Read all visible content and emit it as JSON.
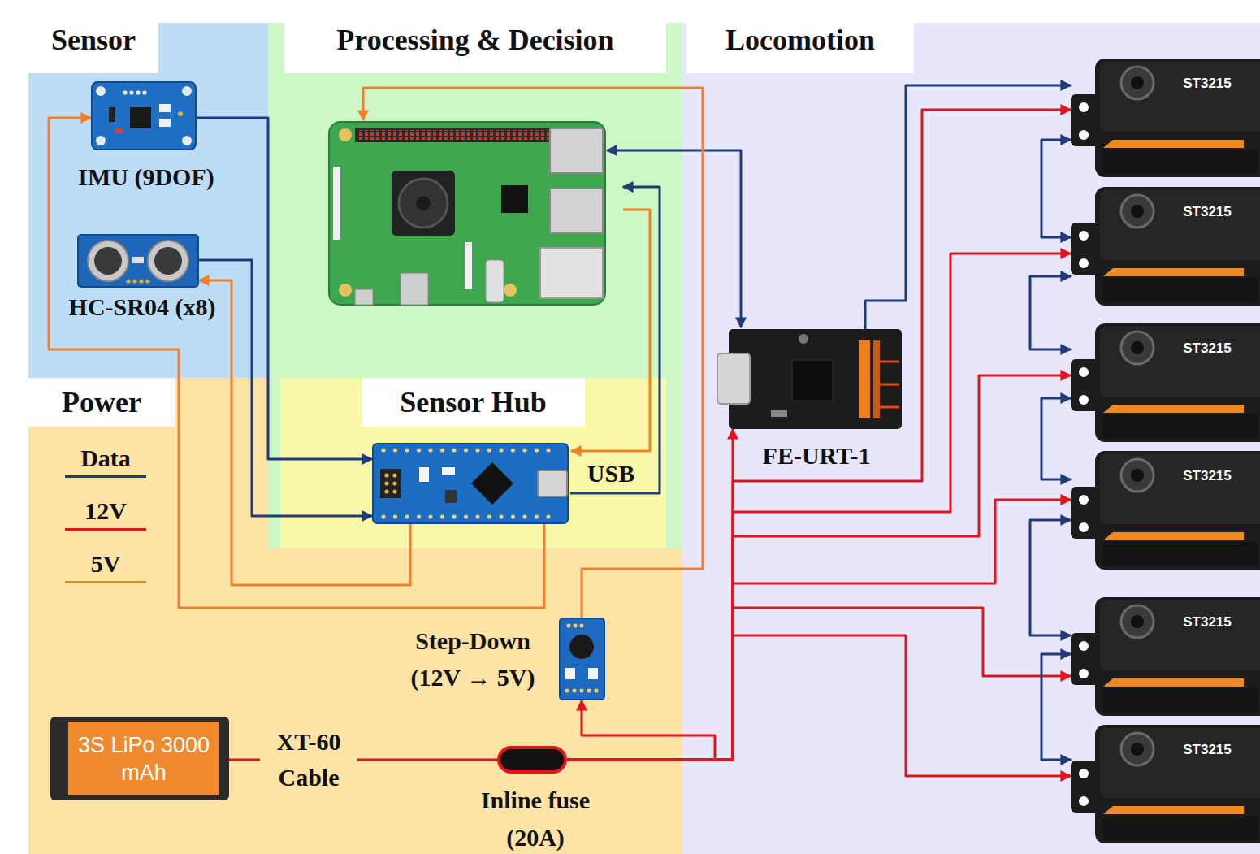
{
  "diagram": {
    "nodes": [
      {
        "text": [
          "Sensor"
        ]
      },
      {
        "text": [
          "IMU (9DOF)"
        ],
        "in": 0
      },
      {
        "text": [
          "HC-SR04 (x8)"
        ],
        "in": 0
      },
      {
        "text": [
          "Processing & Decision"
        ]
      },
      {
        "text": [
          "Locomotion"
        ]
      },
      {
        "text": [
          "FE-URT-1"
        ],
        "in": 4
      },
      {
        "text": [
          "ST3215"
        ],
        "in": 4
      },
      {
        "text": [
          "ST3215"
        ],
        "in": 4
      },
      {
        "text": [
          "ST3215"
        ],
        "in": 4
      },
      {
        "text": [
          "ST3215"
        ],
        "in": 4
      },
      {
        "text": [
          "ST3215"
        ],
        "in": 4
      },
      {
        "text": [
          "ST3215"
        ],
        "in": 4
      },
      {
        "text": [
          "Power"
        ]
      },
      {
        "text": [
          "Sensor Hub"
        ],
        "in": 12
      },
      {
        "text": [
          "USB"
        ],
        "in": 13
      },
      {
        "text": [
          "Step-Down (12V → 5V)"
        ],
        "in": 12
      },
      {
        "text": [
          "3S LiPo 3000 mAh"
        ],
        "in": 12
      },
      {
        "text": [
          "Inline fuse (20A)"
        ],
        "in": 12
      }
    ],
    "edges": [
      {
        "from": 1,
        "to": 14,
        "arrow": "to"
      },
      {
        "from": 2,
        "to": 14,
        "arrow": "to"
      },
      {
        "from": 14,
        "to": 2,
        "arrow": "to"
      },
      {
        "from": 14,
        "to": 1,
        "arrow": "to"
      },
      {
        "from": 16,
        "to": 17,
        "label": "XT-60 Cable",
        "arrow": "none"
      },
      {
        "from": 17,
        "to": 15,
        "arrow": "to"
      },
      {
        "from": 17,
        "to": 5,
        "arrow": "to"
      },
      {
        "from": 17,
        "to": 6,
        "arrow": "to"
      },
      {
        "from": 17,
        "to": 7,
        "arrow": "to"
      },
      {
        "from": 17,
        "to": 8,
        "arrow": "to"
      },
      {
        "from": 17,
        "to": 9,
        "arrow": "to"
      },
      {
        "from": 17,
        "to": 10,
        "arrow": "to"
      },
      {
        "from": 17,
        "to": 11,
        "arrow": "to"
      },
      {
        "from": 5,
        "to": 6,
        "arrow": "to"
      },
      {
        "from": 6,
        "to": 7,
        "arrow": "both"
      },
      {
        "from": 7,
        "to": 8,
        "arrow": "both"
      },
      {
        "from": 8,
        "to": 9,
        "arrow": "both"
      },
      {
        "from": 9,
        "to": 10,
        "arrow": "both"
      },
      {
        "from": 10,
        "to": 11,
        "arrow": "both"
      }
    ],
    "legend": [
      {
        "text": "Data"
      },
      {
        "text": "12V"
      },
      {
        "text": "5V"
      }
    ]
  }
}
